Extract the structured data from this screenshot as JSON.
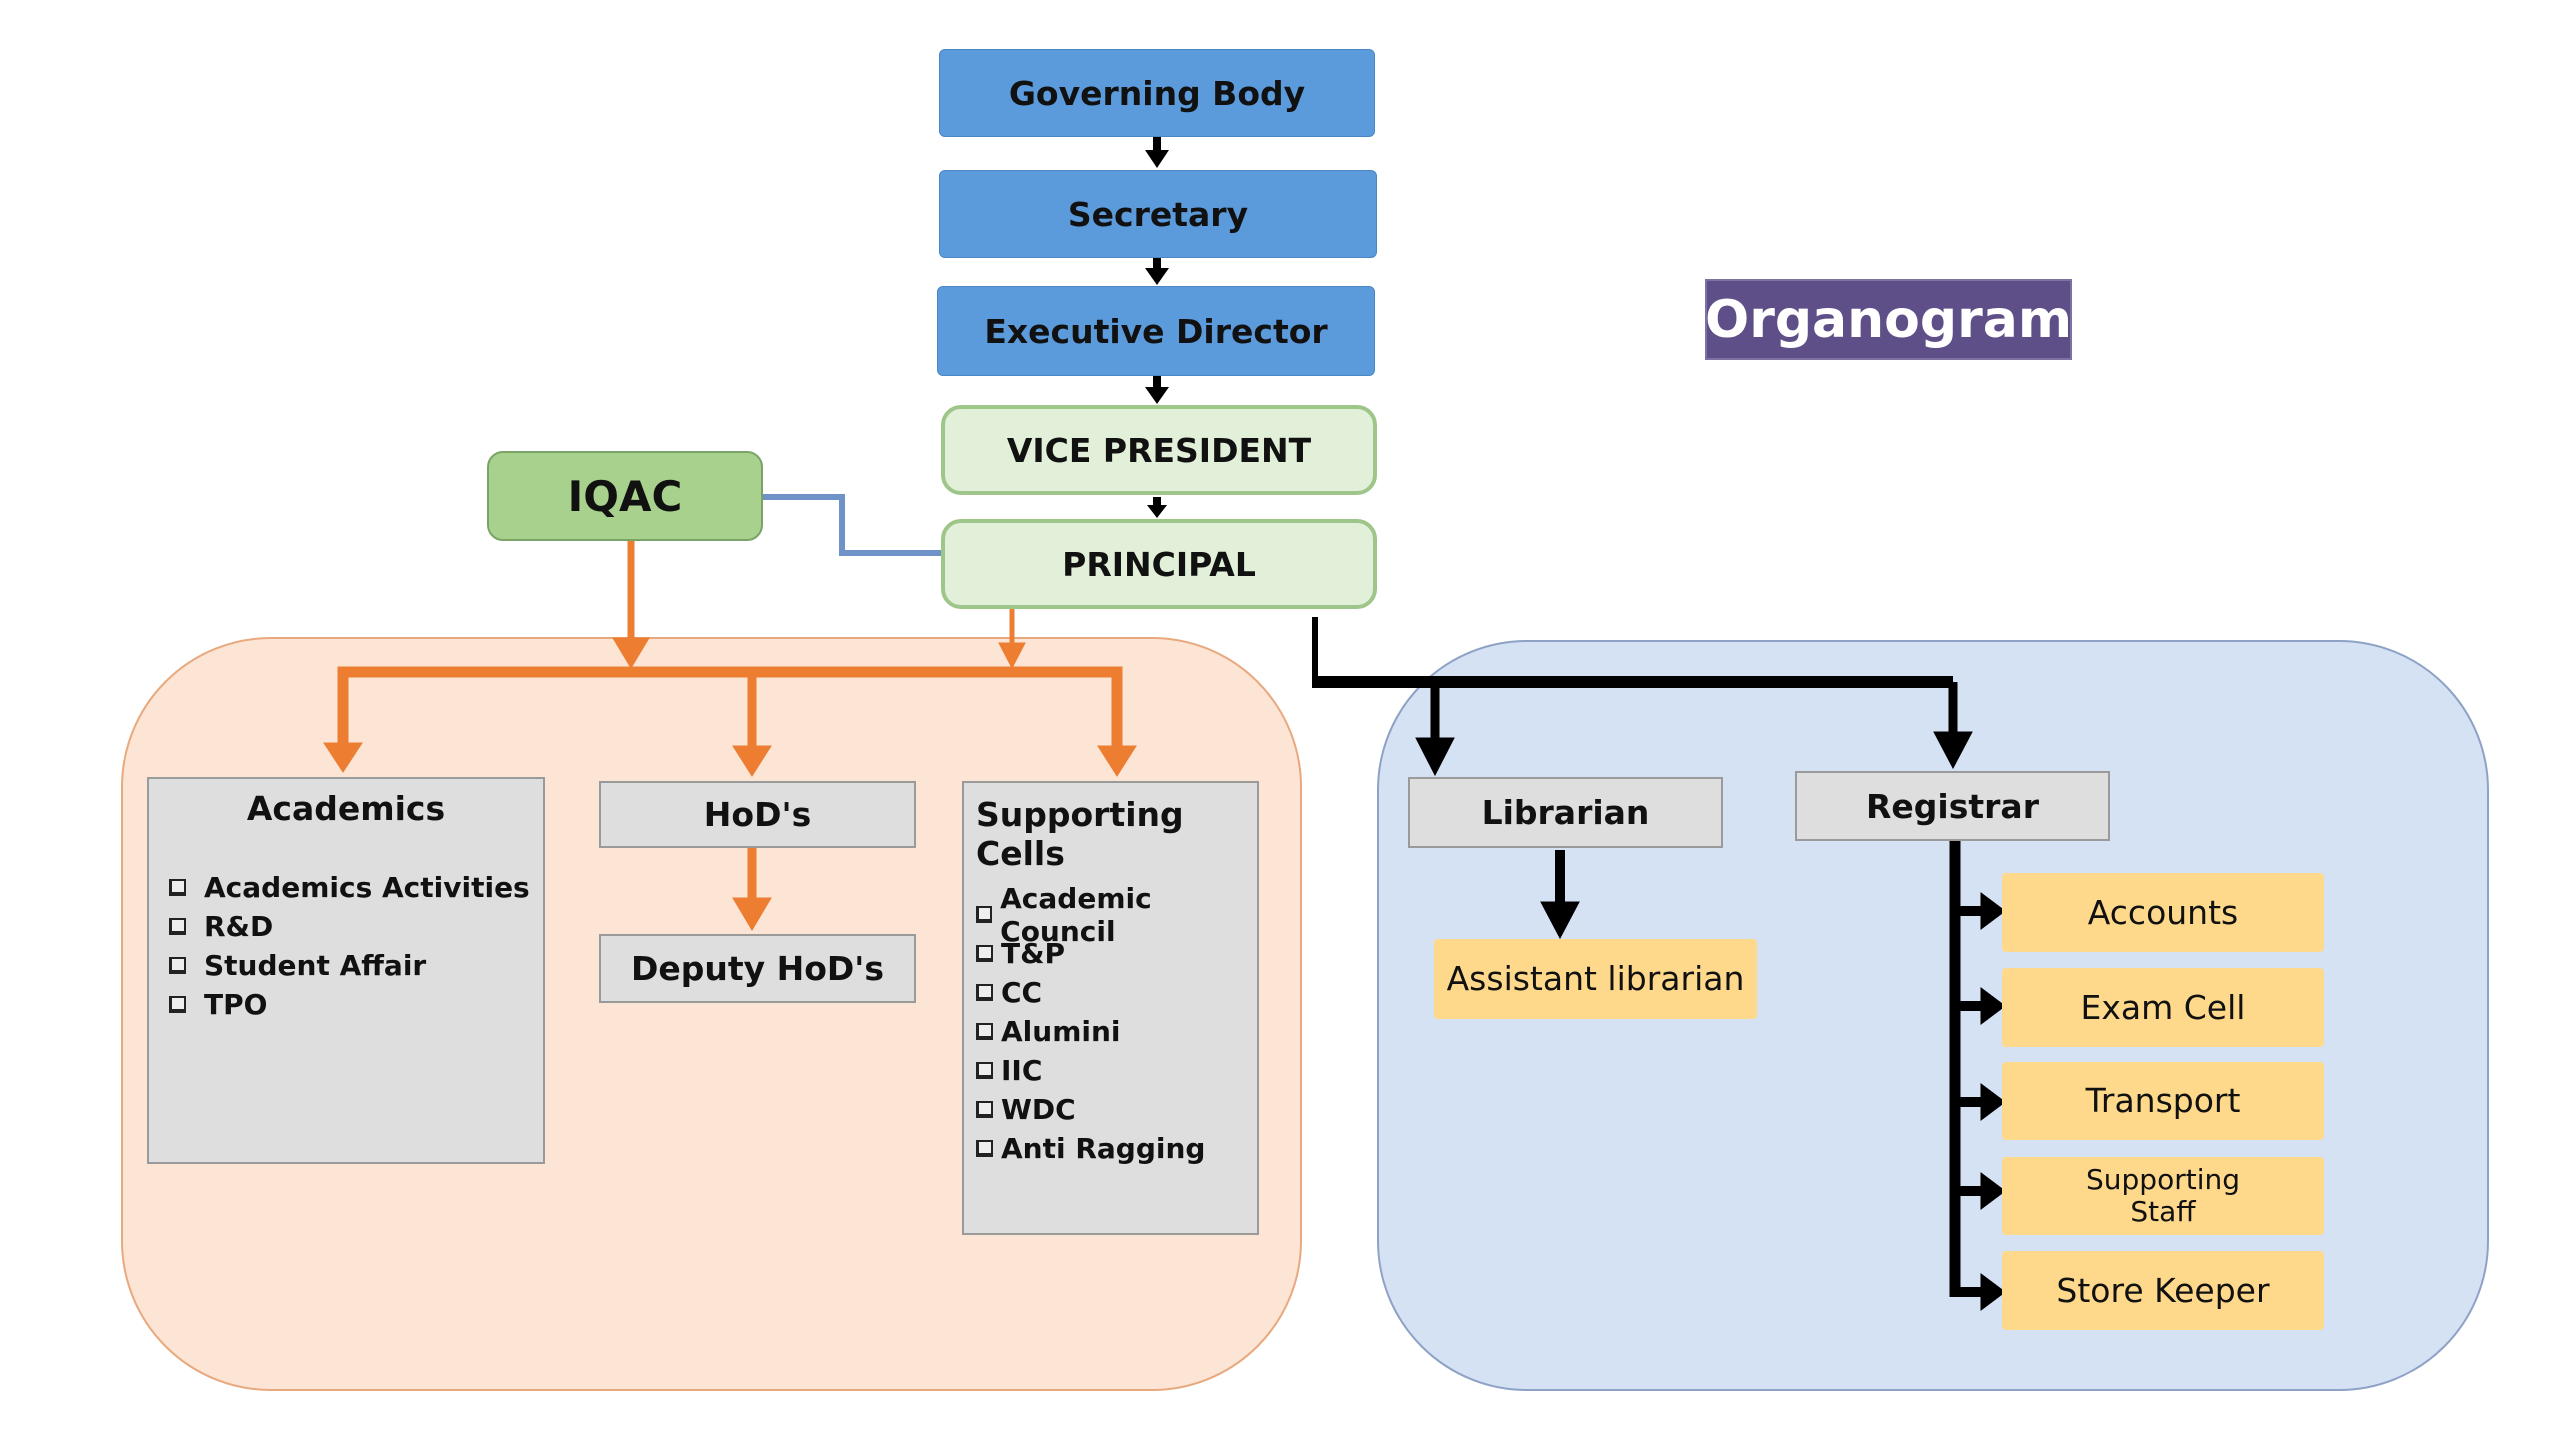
{
  "title": "Organogram",
  "hierarchy": {
    "governing_body": "Governing Body",
    "secretary": "Secretary",
    "executive_director": "Executive Director",
    "vice_president": "VICE PRESIDENT",
    "principal": "PRINCIPAL",
    "iqac": "IQAC"
  },
  "academic_panel": {
    "academics": {
      "title": "Academics",
      "items": [
        "Academics Activities",
        "R&D",
        "Student Affair",
        "TPO"
      ]
    },
    "hods": "HoD's",
    "deputy_hods": "Deputy HoD's",
    "supporting_cells": {
      "title": "Supporting Cells",
      "items": [
        "Academic Council",
        "T&P",
        "CC",
        "Alumini",
        "IIC",
        "WDC",
        "Anti Ragging"
      ]
    }
  },
  "admin_panel": {
    "librarian": "Librarian",
    "assistant_librarian": "Assistant librarian",
    "registrar": "Registrar",
    "registrar_units": [
      "Accounts",
      "Exam Cell",
      "Transport",
      "Supporting Staff",
      "Store Keeper"
    ]
  },
  "colors": {
    "top_boxes": "#5b9bdc",
    "leadership_boxes": "#e2f0d9",
    "iqac": "#a9d18e",
    "academic_panel": "#fce5d5",
    "admin_panel": "#d5e2f4",
    "unit_boxes": "#fed98b",
    "orange_connectors": "#ed7d31",
    "blue_connector": "#6f93c8",
    "title_badge": "#5e4f88"
  }
}
